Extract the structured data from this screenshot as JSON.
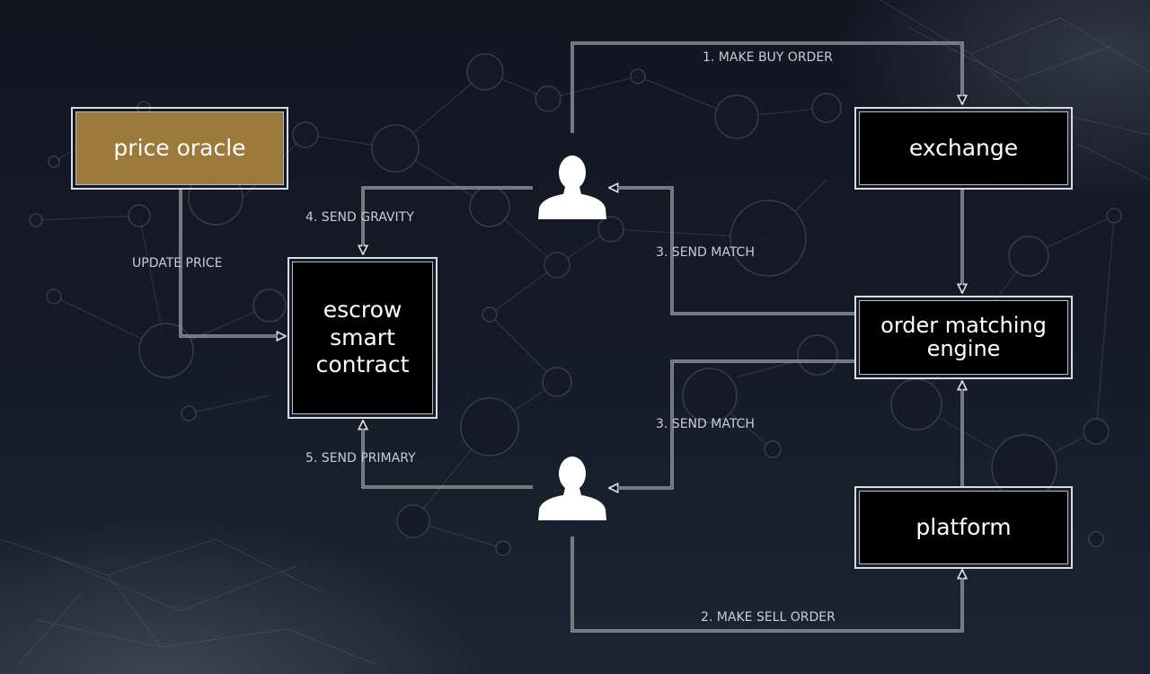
{
  "nodes": {
    "price_oracle": "price oracle",
    "exchange": "exchange",
    "escrow_line1": "escrow",
    "escrow_line2": "smart",
    "escrow_line3": "contract",
    "engine_line1": "order matching",
    "engine_line2": "engine",
    "platform": "platform"
  },
  "edges": {
    "make_buy_order": "1. MAKE BUY ORDER",
    "make_sell_order": "2. MAKE SELL ORDER",
    "send_match_top": "3. SEND MATCH",
    "send_match_bottom": "3. SEND MATCH",
    "send_gravity": "4. SEND GRAVITY",
    "send_primary": "5. SEND PRIMARY",
    "update_price": "UPDATE PRICE"
  },
  "actors": {
    "buyer_icon": "person-icon",
    "seller_icon": "person-icon"
  },
  "colors": {
    "oracle_fill": "#9c7a3c",
    "node_fill": "#000000",
    "node_border": "#d9dde3",
    "connector": "#d9dde3",
    "label_text": "#c9cdd3"
  }
}
